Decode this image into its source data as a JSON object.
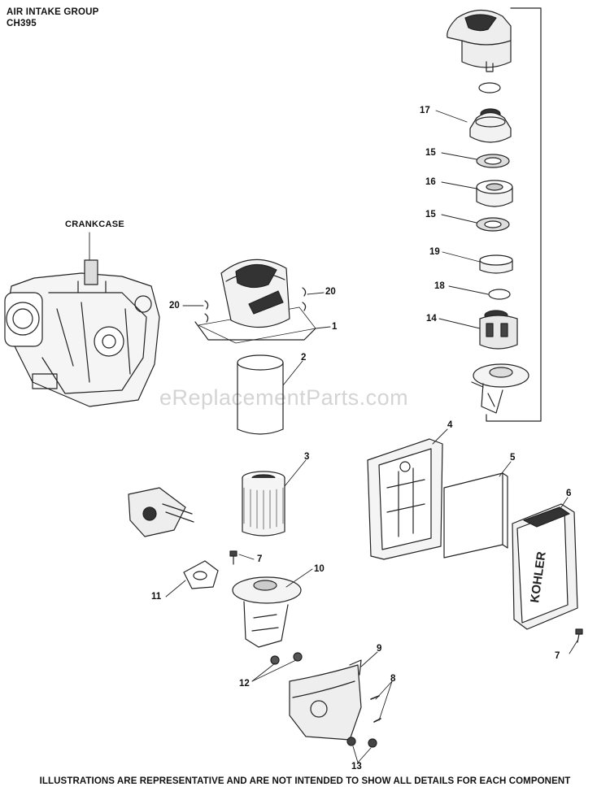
{
  "title": {
    "line1": "AIR INTAKE GROUP",
    "line2": "CH395"
  },
  "crankcase_label": "CRANKCASE",
  "watermark": "eReplacementParts.com",
  "footer": "ILLUSTRATIONS ARE REPRESENTATIVE AND ARE NOT INTENDED TO SHOW ALL DETAILS FOR EACH COMPONENT",
  "callouts": {
    "c17": "17",
    "c15a": "15",
    "c16": "16",
    "c15b": "15",
    "c19": "19",
    "c18": "18",
    "c14": "14",
    "c20l": "20",
    "c20r": "20",
    "c1": "1",
    "c2": "2",
    "c3": "3",
    "c4": "4",
    "c5": "5",
    "c6": "6",
    "c7a": "7",
    "c7b": "7",
    "c10": "10",
    "c11": "11",
    "c9": "9",
    "c8": "8",
    "c12": "12",
    "c13": "13"
  },
  "logo_text": "KOHLER"
}
